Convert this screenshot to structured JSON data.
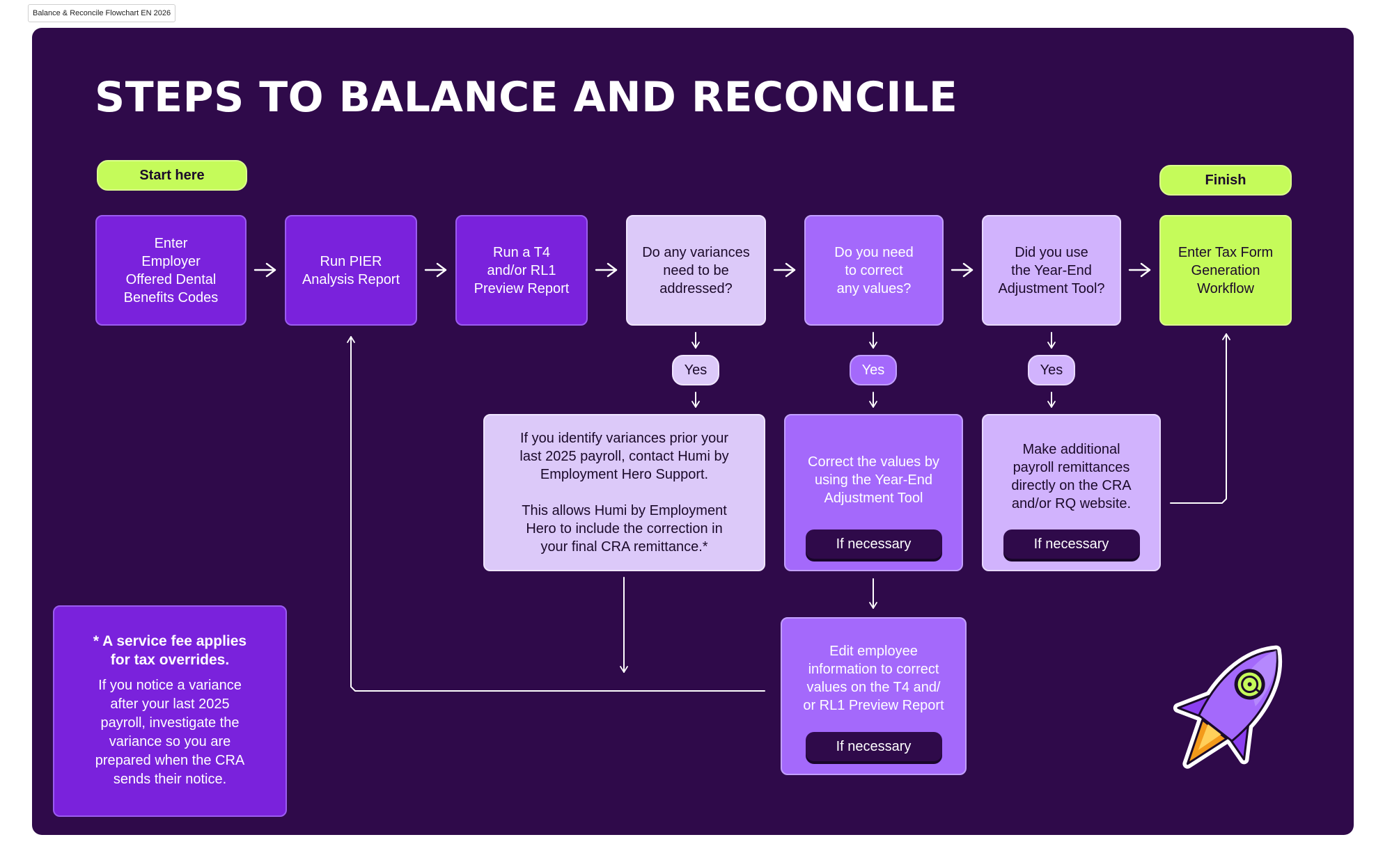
{
  "frame_label": "Balance & Reconcile Flowchart EN 2026",
  "title": "STEPS TO BALANCE AND RECONCILE",
  "start_label": "Start here",
  "finish_label": "Finish",
  "steps": [
    {
      "text": "Enter\nEmployer\nOffered Dental\nBenefits Codes"
    },
    {
      "text": "Run PIER\nAnalysis Report"
    },
    {
      "text": "Run a T4\nand/or RL1\nPreview Report"
    },
    {
      "text": "Do any variances\nneed to be\naddressed?"
    },
    {
      "text": "Do you need\nto correct\nany values?"
    },
    {
      "text": "Did you use\nthe Year-End\nAdjustment Tool?"
    },
    {
      "text": "Enter Tax Form\nGeneration\nWorkflow"
    }
  ],
  "yes_label": "Yes",
  "outcomes": [
    {
      "text": "If you identify variances prior your\nlast 2025 payroll, contact Humi by\nEmployment Hero Support.\n\nThis allows Humi by Employment\nHero to include the correction in\nyour final CRA remittance.*"
    },
    {
      "text": "Correct the values by\nusing the Year-End\nAdjustment Tool",
      "tag": "If necessary"
    },
    {
      "text": "Make additional\npayroll remittances\ndirectly on the CRA\nand/or RQ website.",
      "tag": "If necessary"
    },
    {
      "text": "Edit employee\ninformation to correct\nvalues on the T4 and/\nor RL1 Preview Report",
      "tag": "If necessary"
    }
  ],
  "note": {
    "heading": "* A service fee applies\nfor tax overrides.",
    "body": "If you notice a variance\nafter your last 2025\npayroll, investigate the\nvariance so you are\nprepared when the CRA\nsends their notice."
  },
  "colors": {
    "background": "#2f0a4a",
    "purple": "#7a22dc",
    "mid_purple": "#a469fb",
    "light_purple": "#dcc9f9",
    "lilac": "#d1b3fd",
    "lime": "#c5fb5a",
    "connector": "#ffffff"
  },
  "icons": [
    "rocket-icon"
  ]
}
